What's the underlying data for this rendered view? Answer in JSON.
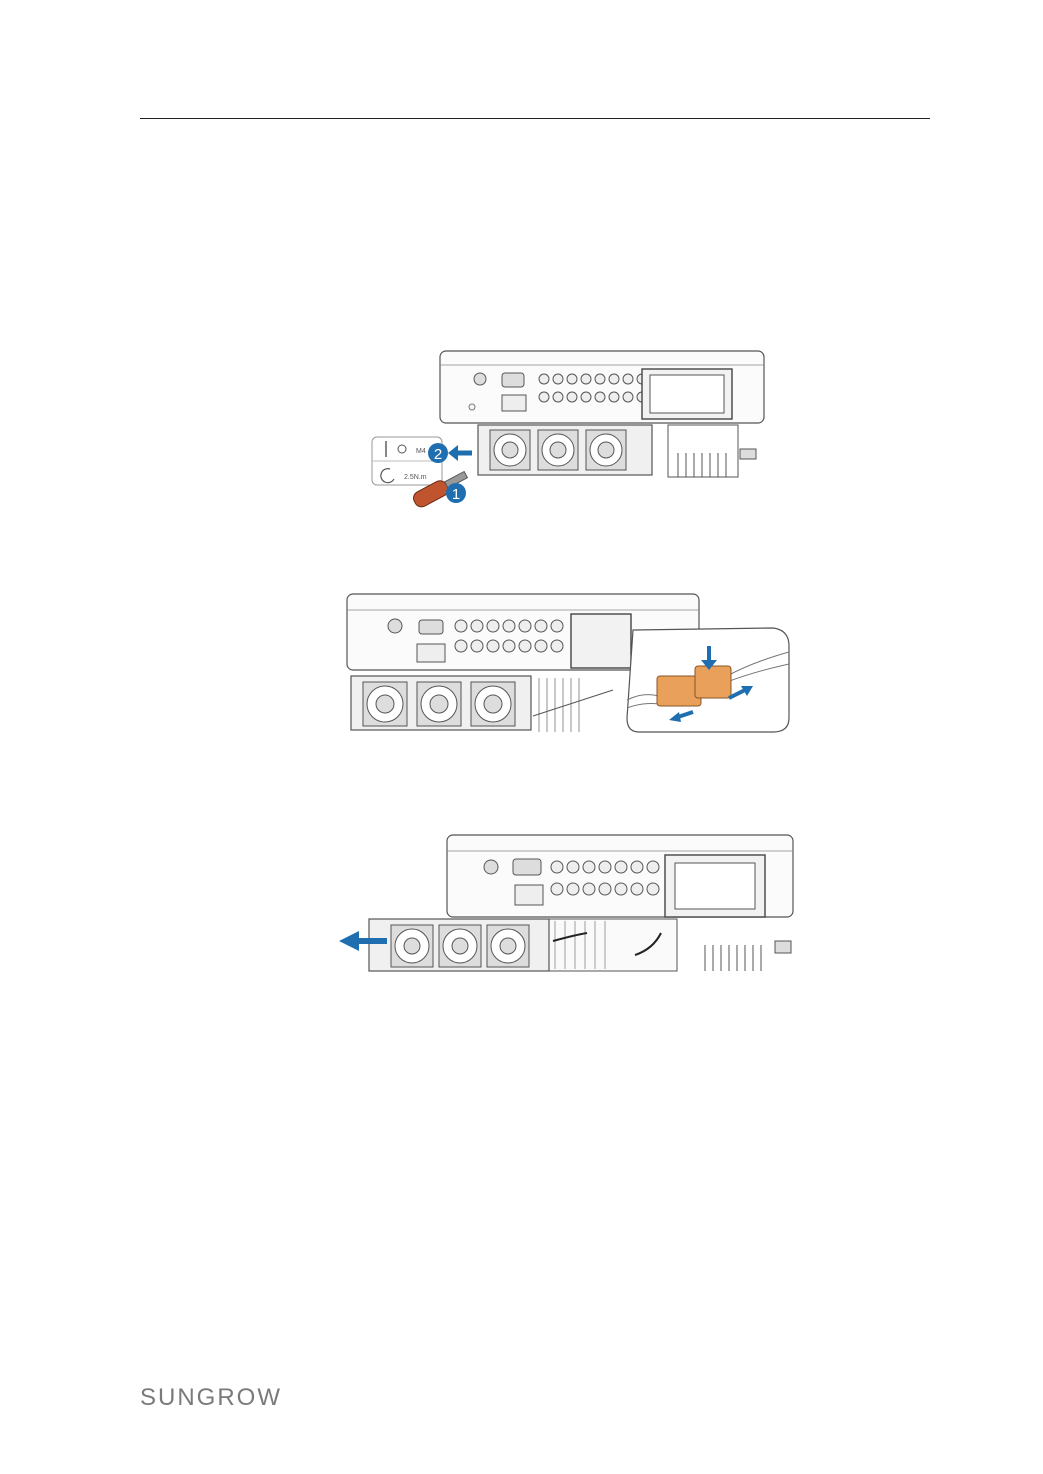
{
  "page": {
    "brand": "SUNGROW"
  },
  "figure1": {
    "callout_1": "1",
    "callout_2": "2",
    "screw_size": "M4",
    "torque": "2.5N.m"
  },
  "colors": {
    "accent_blue": "#1f6fb0",
    "connector_orange": "#e8a05a",
    "line_gray": "#555555"
  }
}
